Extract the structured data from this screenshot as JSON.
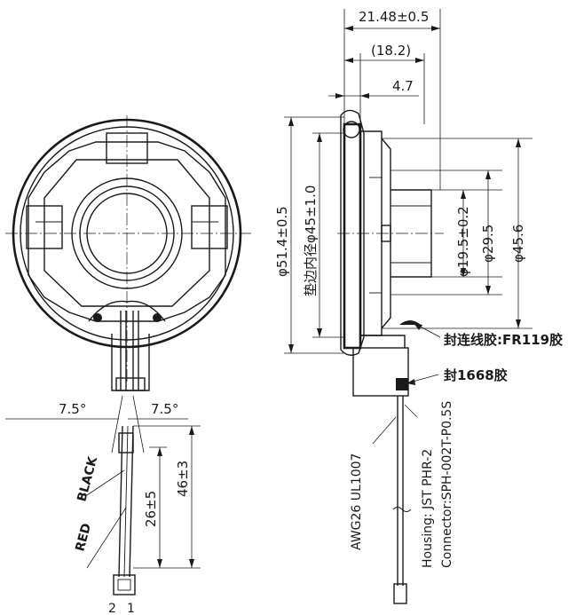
{
  "dimensions": {
    "total_depth": "21.48±0.5",
    "inner_depth": "(18.2)",
    "flange_depth": "4.7",
    "outer_diameter": "φ51.4±0.5",
    "gasket_inner_diameter": "垫边内径φ45±1.0",
    "diameter_19_5": "φ19.5±0.2",
    "diameter_29_5": "φ29.5",
    "diameter_45_6": "φ45.6",
    "angle_left": "7.5°",
    "angle_right": "7.5°",
    "lead_length": "46±3",
    "twist_length": "26±5"
  },
  "callouts": {
    "seal_glue_fr119": "封连线胶:FR119胶",
    "seal_glue_1668": "封1668胶"
  },
  "wire": {
    "black_label": "BLACK",
    "red_label": "RED",
    "wire_spec": "AWG26 UL1007",
    "housing": "Housing: JST PHR-2",
    "connector": "Connector:SPH-002T-P0.5S",
    "pin_2": "2",
    "pin_1": "1"
  }
}
